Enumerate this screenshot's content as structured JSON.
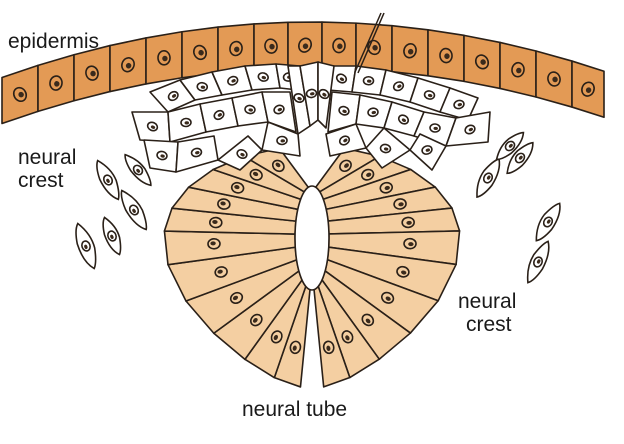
{
  "labels": {
    "epidermis": "epidermis",
    "neural_crest_left_line1": "neural",
    "neural_crest_left_line2": "crest",
    "neural_crest_right_line1": "neural",
    "neural_crest_right_line2": "crest",
    "neural_tube": "neural tube"
  },
  "colors": {
    "epidermis_fill": "#e39a55",
    "neural_tube_fill": "#f4cfa2",
    "neural_crest_fill": "#ffffff",
    "outline": "#2a2018"
  }
}
